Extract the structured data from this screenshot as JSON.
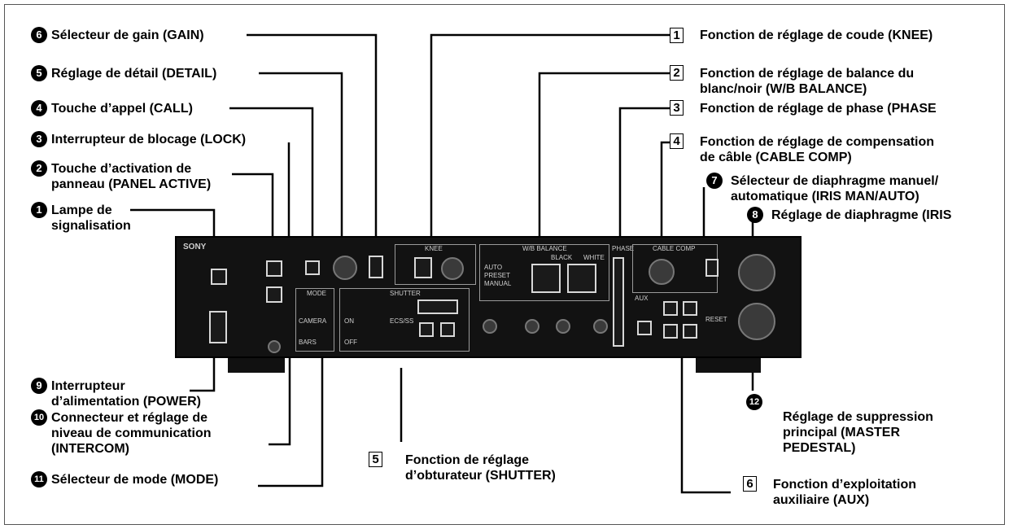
{
  "labels": {
    "l6": "Sélecteur de gain (GAIN)",
    "l5": "Réglage de détail (DETAIL)",
    "l4": "Touche d’appel (CALL)",
    "l3": "Interrupteur de blocage (LOCK)",
    "l2a": "Touche d’activation de",
    "l2b": "panneau (PANEL ACTIVE)",
    "l1a": "Lampe de",
    "l1b": "signalisation",
    "l9a": "Interrupteur",
    "l9b": "d’alimentation (POWER)",
    "l10a": "Connecteur et réglage de",
    "l10b": "niveau de communication",
    "l10c": "(INTERCOM)",
    "l11": "Sélecteur de mode (MODE)",
    "b1": "Fonction de réglage de coude (KNEE)",
    "b2a": "Fonction de réglage de balance du",
    "b2b": "blanc/noir (W/B BALANCE)",
    "b3": "Fonction de réglage de phase (PHASE",
    "b4a": "Fonction de réglage de compensation",
    "b4b": "de câble (CABLE COMP)",
    "l7a": "Sélecteur de diaphragme manuel/",
    "l7b": "automatique (IRIS MAN/AUTO)",
    "l8": "Réglage de diaphragme (IRIS",
    "l12a": "Réglage de suppression",
    "l12b": "principal (MASTER",
    "l12c": "PEDESTAL)",
    "b5a": "Fonction de réglage",
    "b5b": "d’obturateur (SHUTTER)",
    "b6a": "Fonction d’exploitation",
    "b6b": "auxiliaire (AUX)"
  },
  "markers": {
    "c1": "1",
    "c2": "2",
    "c3": "3",
    "c4": "4",
    "c5": "5",
    "c6": "6",
    "c7": "7",
    "c8": "8",
    "c9": "9",
    "c10": "10",
    "c11": "11",
    "c12": "12",
    "s1": "1",
    "s2": "2",
    "s3": "3",
    "s4": "4",
    "s5": "5",
    "s6": "6"
  },
  "panel": {
    "brand": "SONY",
    "knee": "KNEE",
    "wb": "W/B BALANCE",
    "black": "BLACK",
    "white": "WHITE",
    "auto": "AUTO",
    "preset": "PRESET",
    "manual": "MANUAL",
    "phase": "PHASE",
    "cable": "CABLE COMP",
    "mode": "MODE",
    "camera": "CAMERA",
    "bars": "BARS",
    "shutter": "SHUTTER",
    "on": "ON",
    "off": "OFF",
    "ecs": "ECS/SS",
    "aux": "AUX",
    "reset": "RESET"
  }
}
